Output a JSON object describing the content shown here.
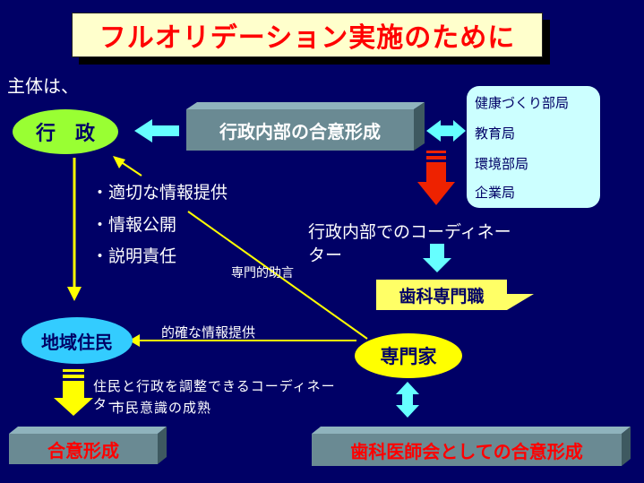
{
  "title": "フルオリデーション実施のために",
  "subject_label": "主体は、",
  "nodes": {
    "gyosei": "行　政",
    "gyosei_naibu": "行政内部の合意形成",
    "chiiki_jumin": "地域住民",
    "goi_keisei": "合意形成",
    "senmonka": "専門家",
    "shika_senmonshoku": "歯科専門職",
    "shika_ishikai": "歯科医師会としての合意形成"
  },
  "departments": [
    "健康づくり部局",
    "教育局",
    "環境部局",
    "企業局"
  ],
  "bullets": [
    "・適切な情報提供",
    "・情報公開",
    "・説明責任"
  ],
  "labels": {
    "coordinator_line1": "行政内部でのコーディネー",
    "coordinator_line2": "ター",
    "senmon_jogen": "専門的助言",
    "tekikaku_joho": "的確な情報提供",
    "jumin_coordinator": "住民と行政を調整できるコーディネー",
    "jumin_coordinator_2": "ター",
    "shimin_ishiki": "市民意識の成熟"
  },
  "colors": {
    "background": "#000066",
    "yellow": "#ffff00",
    "cyan": "#ccffff",
    "red_arrow": "#ee2200",
    "bevel": "#6a8a93"
  }
}
